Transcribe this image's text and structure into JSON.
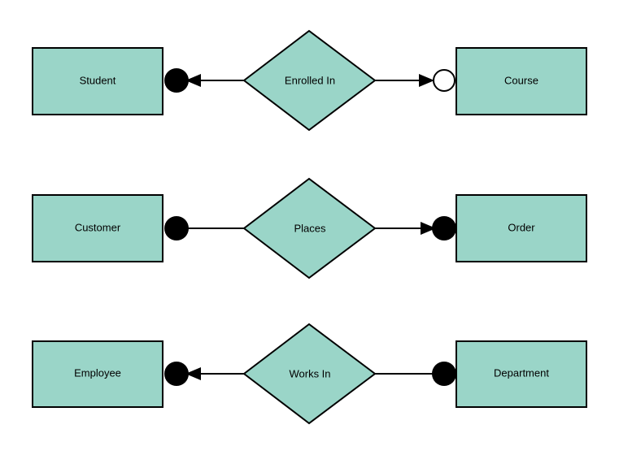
{
  "diagram": {
    "type": "entity-relationship-diagram",
    "background_color": "#ffffff",
    "shape_fill_color": "#9ad5c8",
    "shape_stroke_color": "#000000",
    "label_color": "#000000",
    "rows": [
      {
        "left_entity": "Student",
        "relationship": "Enrolled In",
        "right_entity": "Course",
        "left_marker": "filled-circle",
        "left_arrow": "arrow-left",
        "right_arrow": "arrow-right",
        "right_marker": "hollow-circle"
      },
      {
        "left_entity": "Customer",
        "relationship": "Places",
        "right_entity": "Order",
        "left_marker": "filled-circle",
        "left_arrow": "none",
        "right_arrow": "arrow-right",
        "right_marker": "filled-circle"
      },
      {
        "left_entity": "Employee",
        "relationship": "Works In",
        "right_entity": "Department",
        "left_marker": "filled-circle",
        "left_arrow": "arrow-left",
        "right_arrow": "none",
        "right_marker": "filled-circle"
      }
    ]
  }
}
